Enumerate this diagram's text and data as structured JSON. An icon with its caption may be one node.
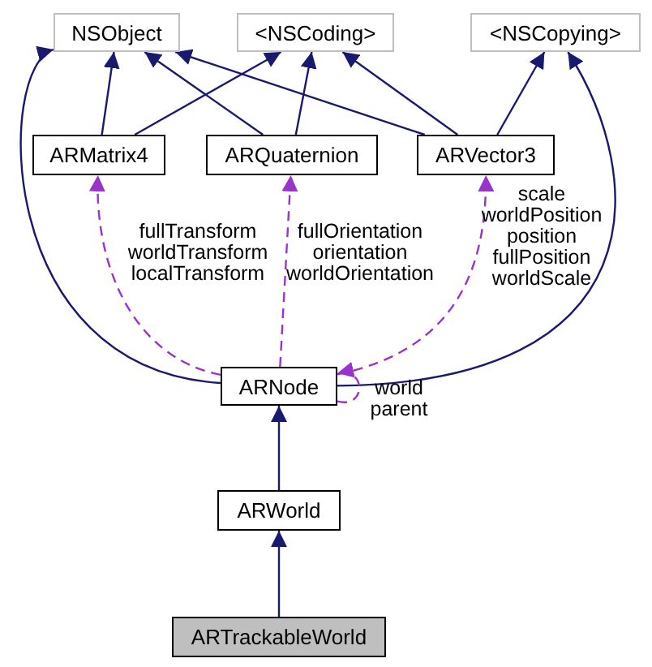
{
  "diagram": {
    "nodes": [
      {
        "text": [
          "NSObject"
        ]
      },
      {
        "text": [
          "<NSCoding>"
        ]
      },
      {
        "text": [
          "<NSCopying>"
        ]
      },
      {
        "text": [
          "ARMatrix4"
        ]
      },
      {
        "text": [
          "ARQuaternion"
        ]
      },
      {
        "text": [
          "ARVector3"
        ]
      },
      {
        "text": [
          "ARNode"
        ]
      },
      {
        "text": [
          "ARWorld"
        ]
      },
      {
        "text": [
          "ARTrackableWorld"
        ]
      }
    ],
    "edges": [
      {
        "from": 3,
        "to": 0,
        "arrow": "to"
      },
      {
        "from": 3,
        "to": 1,
        "arrow": "to"
      },
      {
        "from": 4,
        "to": 0,
        "arrow": "to"
      },
      {
        "from": 4,
        "to": 1,
        "arrow": "to"
      },
      {
        "from": 5,
        "to": 0,
        "arrow": "to"
      },
      {
        "from": 5,
        "to": 1,
        "arrow": "to"
      },
      {
        "from": 5,
        "to": 2,
        "arrow": "to"
      },
      {
        "from": 6,
        "to": 0,
        "arrow": "to"
      },
      {
        "from": 6,
        "to": 2,
        "arrow": "to"
      },
      {
        "from": 7,
        "to": 6,
        "arrow": "to"
      },
      {
        "from": 8,
        "to": 7,
        "arrow": "to"
      },
      {
        "from": 6,
        "to": 3,
        "arrow": "to",
        "label": "fullTransform worldTransform localTransform",
        "style": "dashed",
        "color": "#9a32cd"
      },
      {
        "from": 6,
        "to": 4,
        "arrow": "to",
        "label": "fullOrientation orientation worldOrientation",
        "style": "dashed",
        "color": "#9a32cd"
      },
      {
        "from": 6,
        "to": 5,
        "arrow": "to",
        "label": "scale worldPosition position fullPosition worldScale",
        "style": "dashed",
        "color": "#9a32cd"
      },
      {
        "from": 6,
        "to": 6,
        "arrow": "to",
        "label": "world parent",
        "style": "dashed",
        "color": "#9a32cd"
      }
    ]
  }
}
